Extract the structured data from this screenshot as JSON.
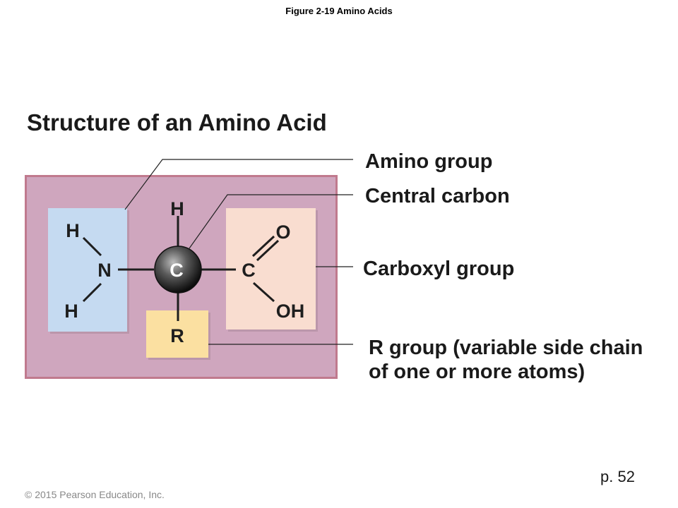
{
  "caption": "Figure 2-19 Amino Acids",
  "title": "Structure of an Amino Acid",
  "labels": {
    "amino_group": "Amino group",
    "central_carbon": "Central carbon",
    "carboxyl_group": "Carboxyl group",
    "r_group_line1": "R group (variable side chain",
    "r_group_line2": "of one or more atoms)"
  },
  "atoms": {
    "amino_h_top": "H",
    "amino_n": "N",
    "amino_h_bottom": "H",
    "top_h": "H",
    "central_c": "C",
    "carboxyl_c": "C",
    "carboxyl_o": "O",
    "carboxyl_oh": "OH",
    "r": "R"
  },
  "page": "p. 52",
  "copyright": "© 2015 Pearson Education, Inc.",
  "colors": {
    "background_panel": "#cfa6be",
    "panel_border": "#c07a8e",
    "amino_box": "#c5daf1",
    "carboxyl_box": "#f9ddd0",
    "r_box": "#fbe0a1"
  }
}
